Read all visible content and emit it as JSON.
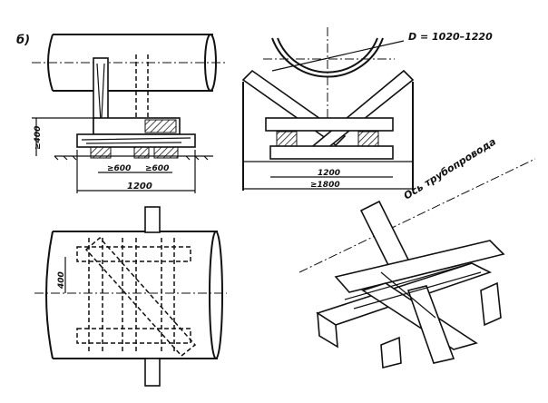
{
  "figure_label": "б)",
  "front_view": {
    "height_dim": "≥400",
    "spacing_dim_1": "≥600",
    "spacing_dim_2": "≥600",
    "width_dim": "1200"
  },
  "section_view": {
    "diameter_label": "D = 1020–1220",
    "inner_width_dim": "1200",
    "outer_width_dim": "≥1800"
  },
  "plan_view": {
    "offset_dim": "400"
  },
  "isometric_view": {
    "axis_label": "Ось трубопровода"
  }
}
